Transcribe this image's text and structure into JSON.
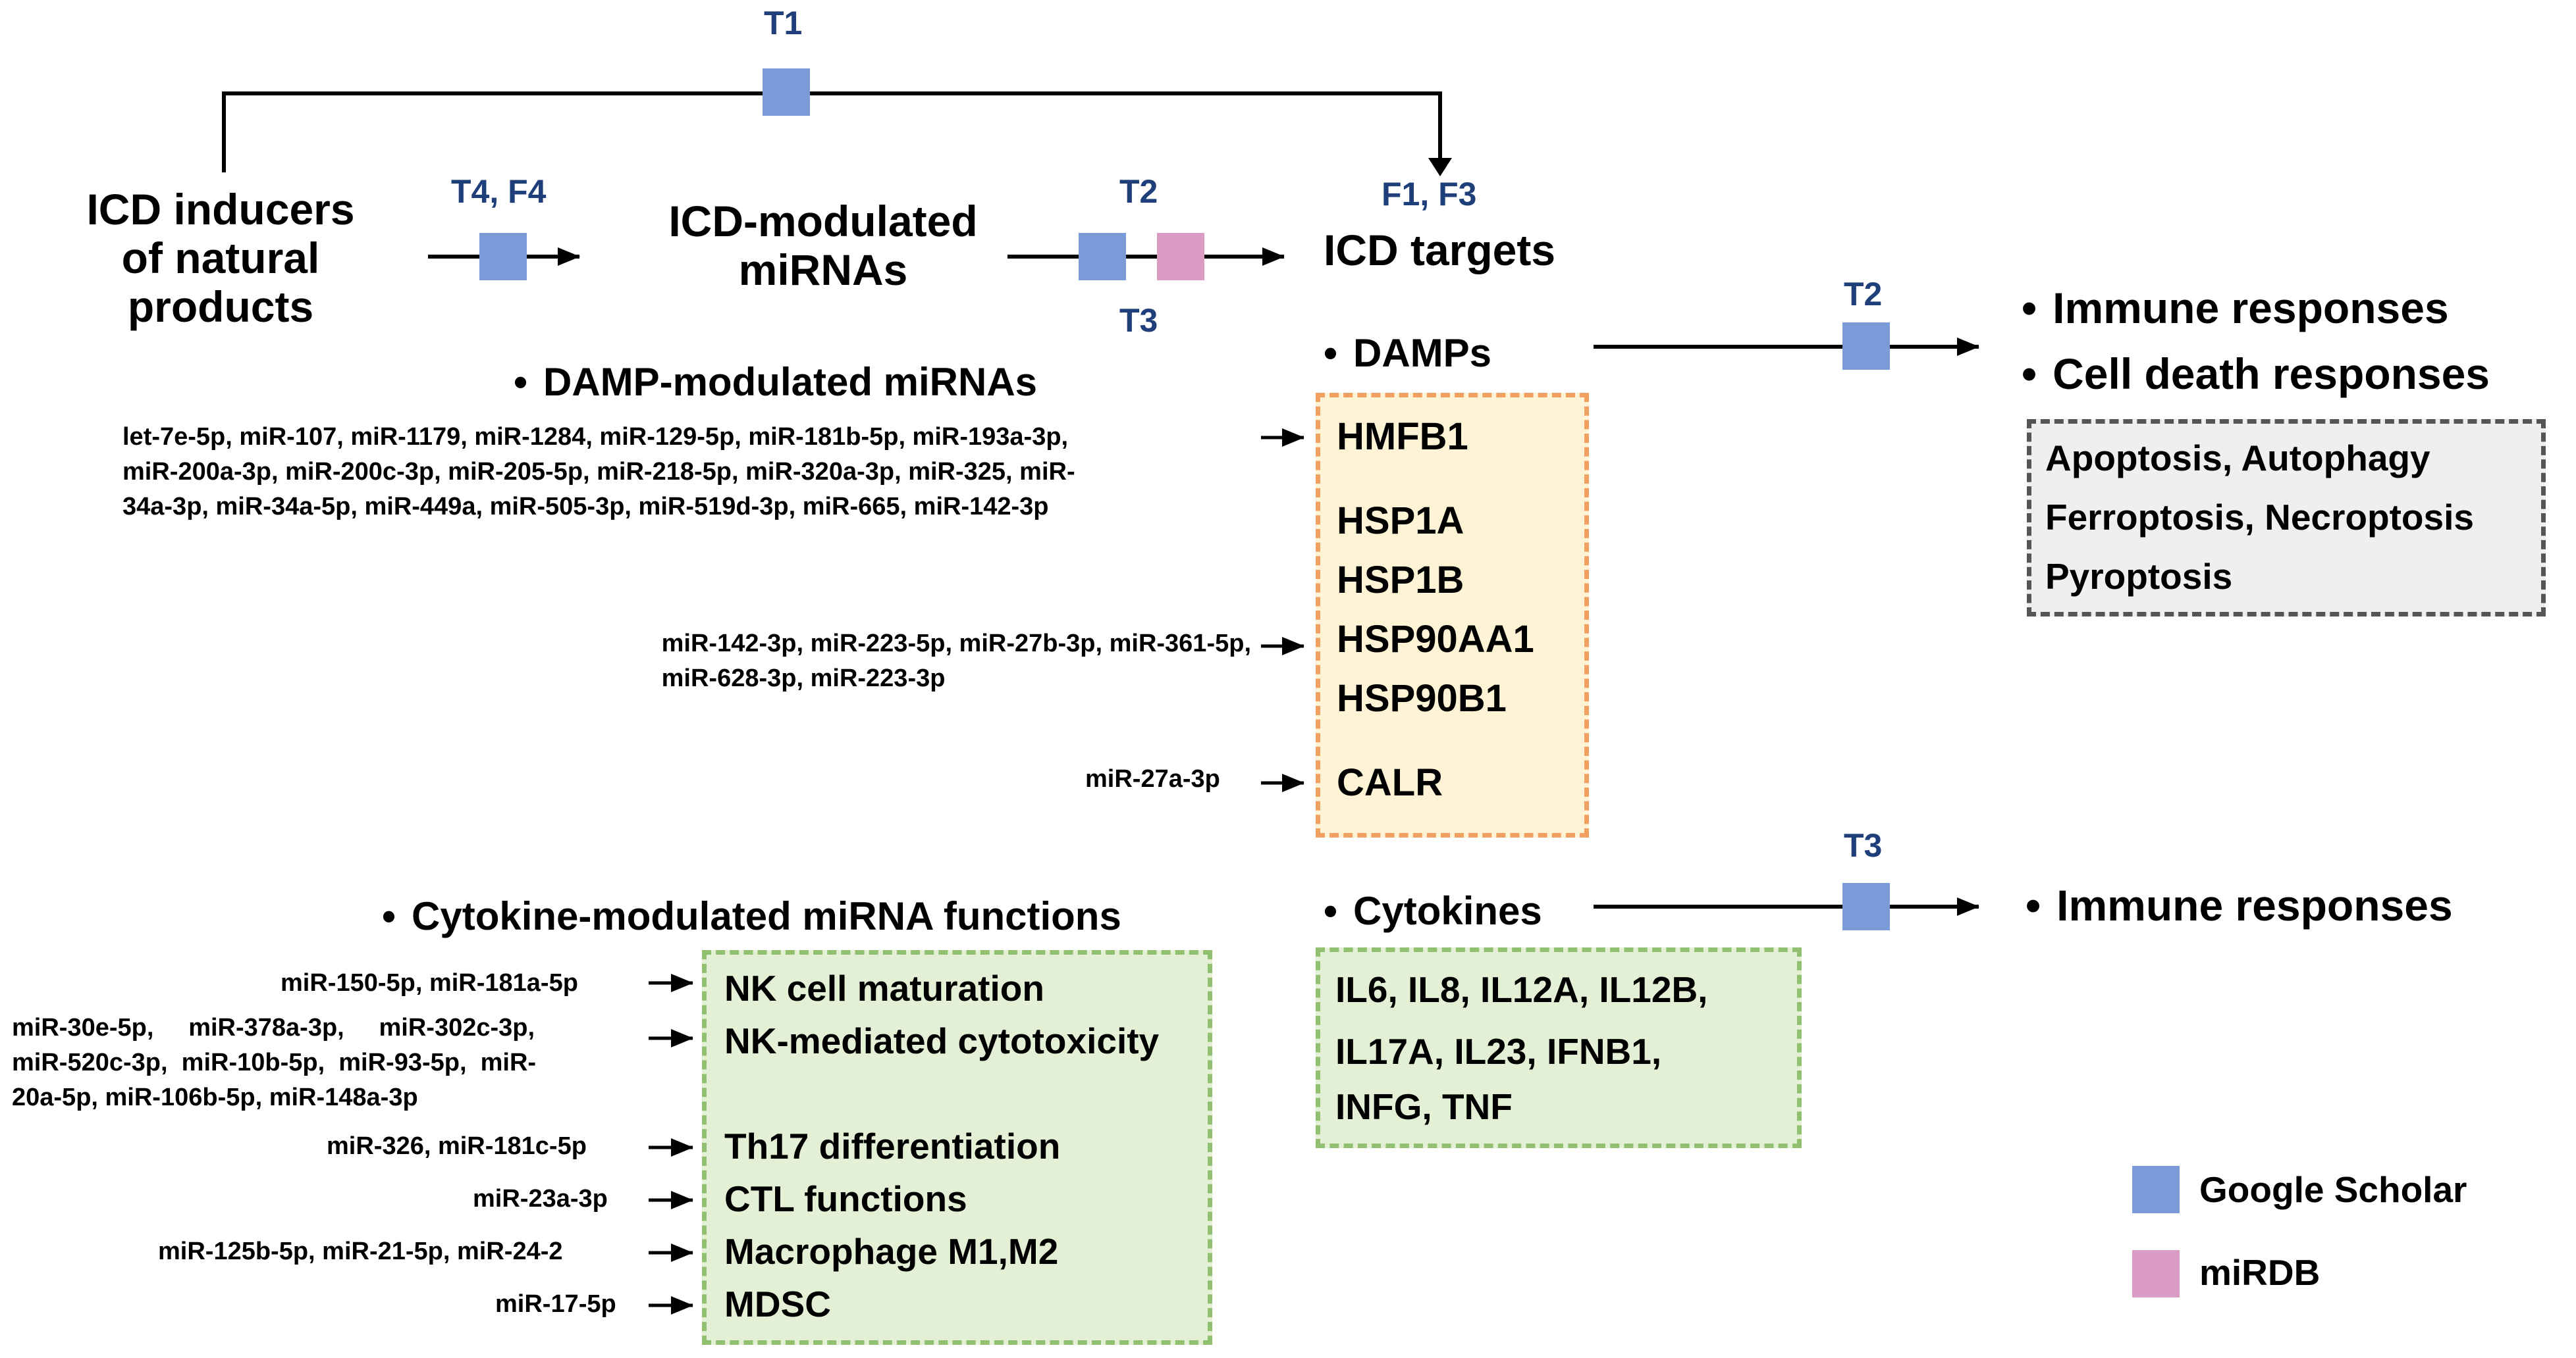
{
  "top": {
    "t1": "T1",
    "inducers": [
      "ICD inducers",
      "of natural",
      "products"
    ],
    "t4f4": "T4, F4",
    "icd_mirnas": [
      "ICD-modulated",
      "miRNAs"
    ],
    "t2": "T2",
    "t3": "T3",
    "f1f3": "F1, F3",
    "icd_targets": "ICD targets"
  },
  "damps": {
    "heading": "DAMPs",
    "mirna_heading": "DAMP-modulated miRNAs",
    "group1": [
      "let-7e-5p, miR-107, miR-1179, miR-1284, miR-129-5p, miR-181b-5p, miR-193a-3p,",
      "miR-200a-3p, miR-200c-3p, miR-205-5p, miR-218-5p, miR-320a-3p, miR-325, miR-",
      "34a-3p, miR-34a-5p, miR-449a, miR-505-3p, miR-519d-3p, miR-665, miR-142-3p"
    ],
    "group2": [
      "miR-142-3p, miR-223-5p, miR-27b-3p, miR-361-5p,",
      "miR-628-3p, miR-223-3p"
    ],
    "group3": "miR-27a-3p",
    "box": [
      "HMFB1",
      "HSP1A",
      "HSP1B",
      "HSP90AA1",
      "HSP90B1",
      "CALR"
    ],
    "t2": "T2",
    "responses": [
      "Immune responses",
      "Cell death responses"
    ],
    "death_box": [
      "Apoptosis, Autophagy",
      "Ferroptosis, Necroptosis",
      "Pyroptosis"
    ]
  },
  "cytokines": {
    "heading": "Cytokines",
    "mirna_heading": "Cytokine-modulated miRNA functions",
    "box": [
      "IL6, IL8, IL12A, IL12B,",
      "IL17A, IL23, IFNB1,",
      "INFG, TNF"
    ],
    "t3": "T3",
    "response": "Immune responses",
    "functions": [
      {
        "mirnas": [
          "miR-150-5p, miR-181a-5p"
        ],
        "label": "NK cell maturation"
      },
      {
        "mirnas": [
          "miR-30e-5p,     miR-378a-3p,     miR-302c-3p,",
          "miR-520c-3p,  miR-10b-5p,  miR-93-5p,  miR-",
          "20a-5p, miR-106b-5p, miR-148a-3p"
        ],
        "label": "NK-mediated cytotoxicity"
      },
      {
        "mirnas": [
          "miR-326, miR-181c-5p"
        ],
        "label": "Th17 differentiation"
      },
      {
        "mirnas": [
          "miR-23a-3p"
        ],
        "label": "CTL functions"
      },
      {
        "mirnas": [
          "miR-125b-5p, miR-21-5p, miR-24-2"
        ],
        "label": "Macrophage M1,M2"
      },
      {
        "mirnas": [
          "miR-17-5p"
        ],
        "label": "MDSC"
      }
    ]
  },
  "legend": [
    {
      "label": "Google Scholar",
      "color": "#7a9ad8"
    },
    {
      "label": "miRDB",
      "color": "#da9cc4"
    }
  ]
}
